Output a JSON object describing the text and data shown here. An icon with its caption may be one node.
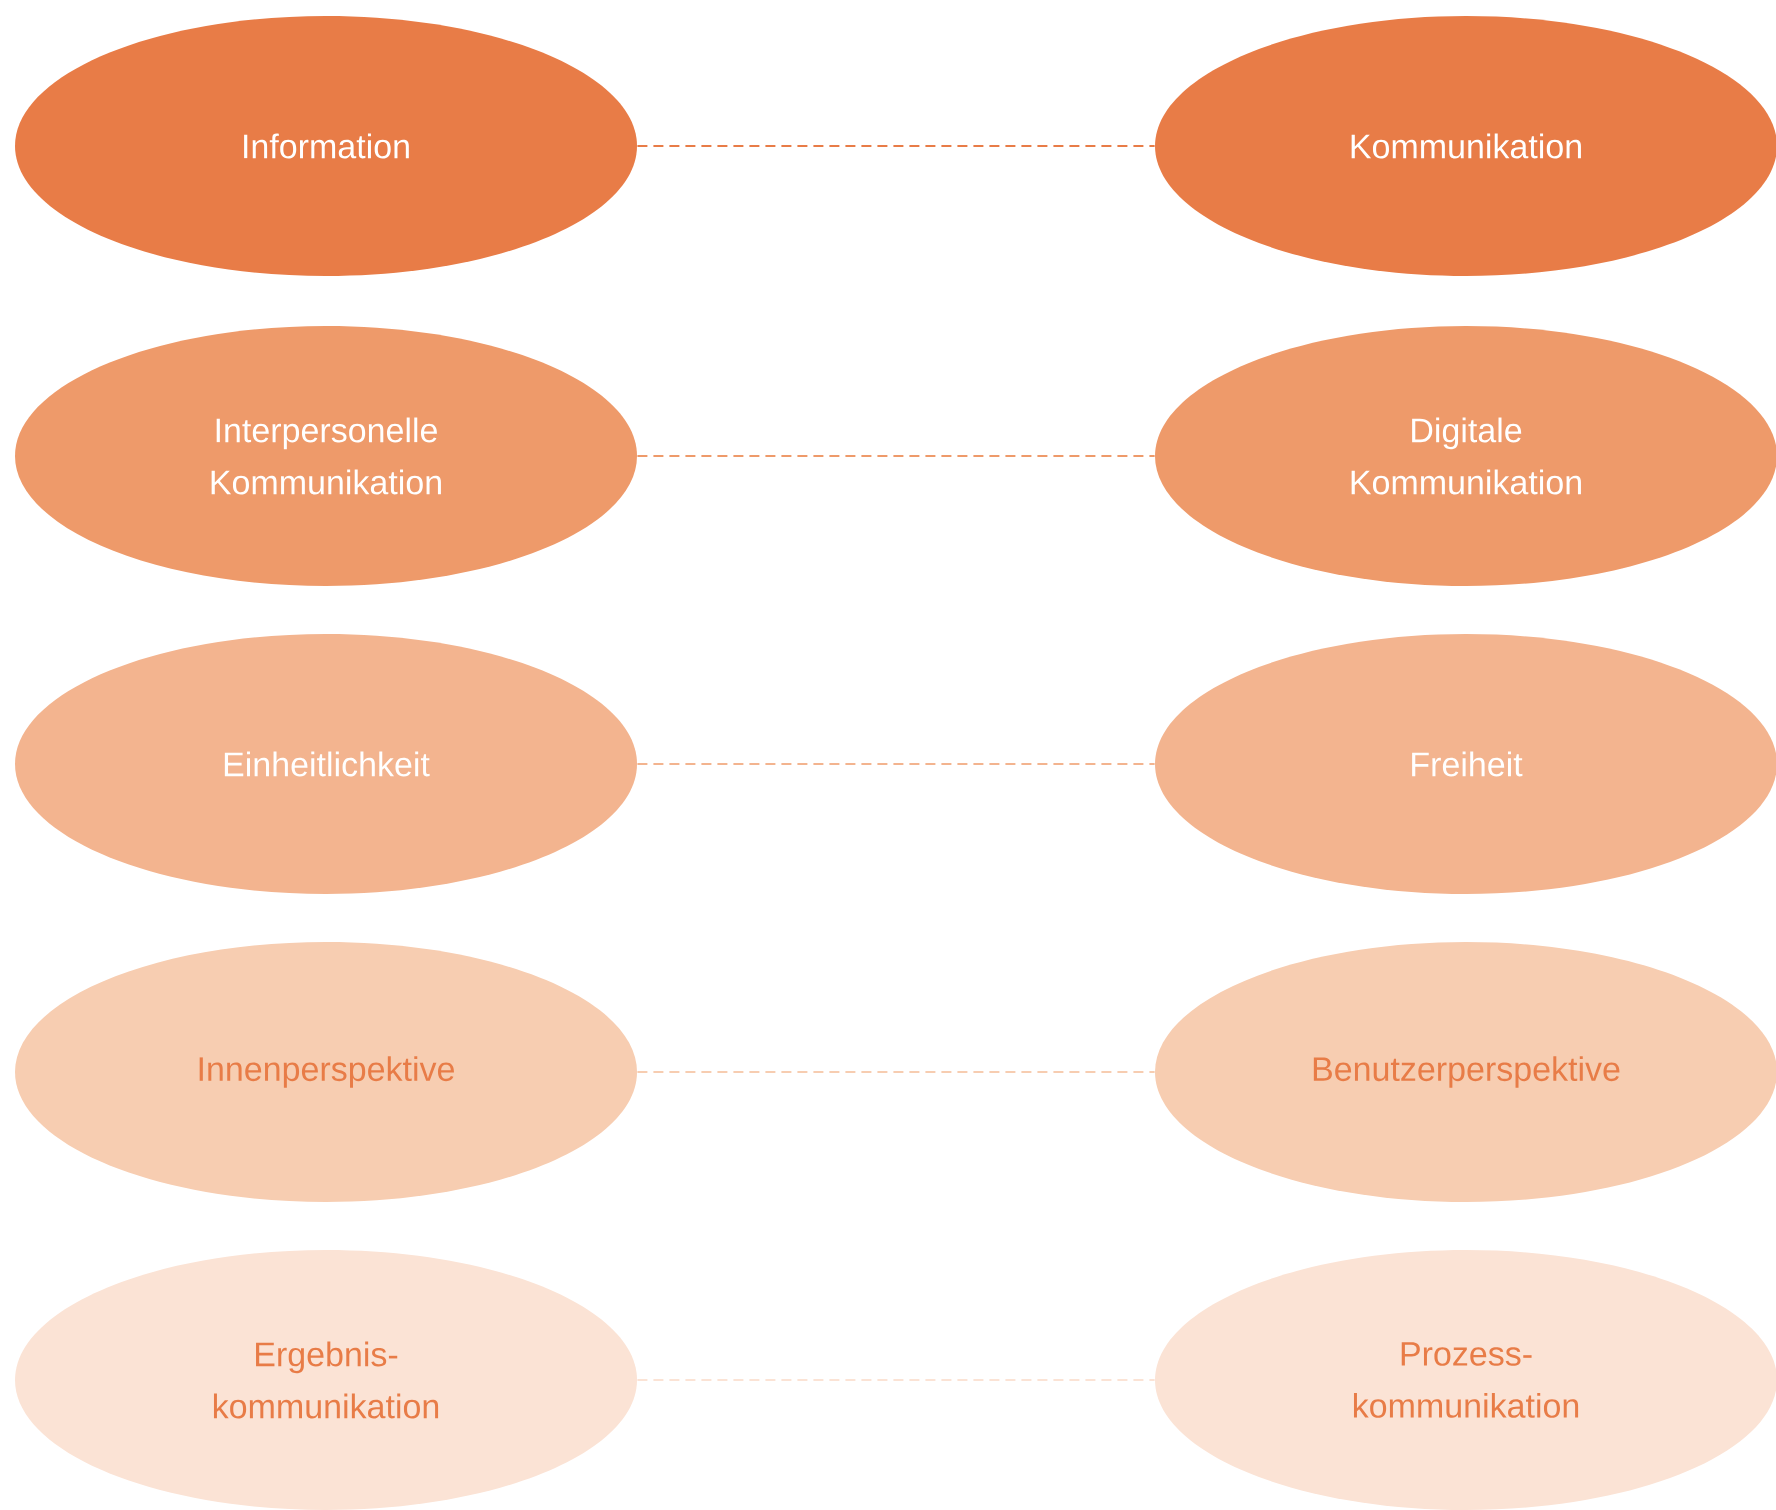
{
  "diagram": {
    "nodes": [
      {
        "text": [
          "Information"
        ]
      },
      {
        "text": [
          "Kommunikation"
        ]
      },
      {
        "text": [
          "Interpersonelle Kommunikation"
        ]
      },
      {
        "text": [
          "Digitale Kommunikation"
        ]
      },
      {
        "text": [
          "Einheitlichkeit"
        ]
      },
      {
        "text": [
          "Freiheit"
        ]
      },
      {
        "text": [
          "Innenperspektive"
        ]
      },
      {
        "text": [
          "Benutzerperspektive"
        ]
      },
      {
        "text": [
          "Ergebnis- kommunikation"
        ]
      },
      {
        "text": [
          "Prozess- kommunikation"
        ]
      }
    ],
    "edges": [
      {
        "from": 0,
        "to": 1,
        "arrow": "none",
        "style": "dashed",
        "color": "#e87c47"
      },
      {
        "from": 2,
        "to": 3,
        "arrow": "none",
        "style": "dashed",
        "color": "#ee9a6a"
      },
      {
        "from": 4,
        "to": 5,
        "arrow": "none",
        "style": "dashed",
        "color": "#f3b48f"
      },
      {
        "from": 6,
        "to": 7,
        "arrow": "none",
        "style": "dashed",
        "color": "#f7cdb1"
      },
      {
        "from": 8,
        "to": 9,
        "arrow": "none",
        "style": "dashed",
        "color": "#fbe3d5"
      }
    ]
  }
}
